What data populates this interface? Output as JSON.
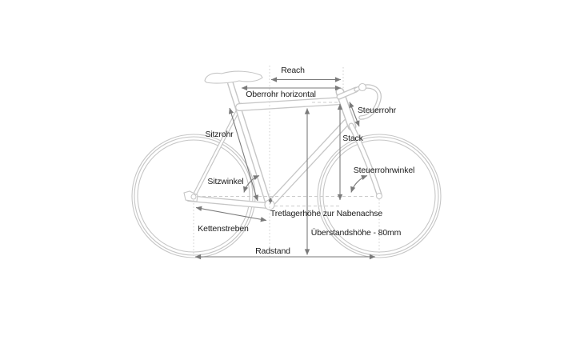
{
  "diagram": {
    "type": "bicycle-geometry",
    "labels": {
      "reach": "Reach",
      "oberrohr_horizontal": "Oberrohr horizontal",
      "steuerrohr": "Steuerrohr",
      "sitzrohr": "Sitzrohr",
      "stack": "Stack",
      "sitzwinkel": "Sitzwinkel",
      "steuerrohrwinkel": "Steuerrohrwinkel",
      "tretlagerhoehe": "Tretlagerhöhe zur Nabenachse",
      "kettenstreben": "Kettenstreben",
      "ueberstandshoehe": "Überstandshöhe - 80mm",
      "radstand": "Radstand"
    },
    "colors": {
      "background": "#ffffff",
      "bike_outline": "#c6c6c6",
      "guide_lines": "#cccccc",
      "dimension_arrows": "#7a7a7a",
      "text": "#1c1c1c"
    }
  }
}
